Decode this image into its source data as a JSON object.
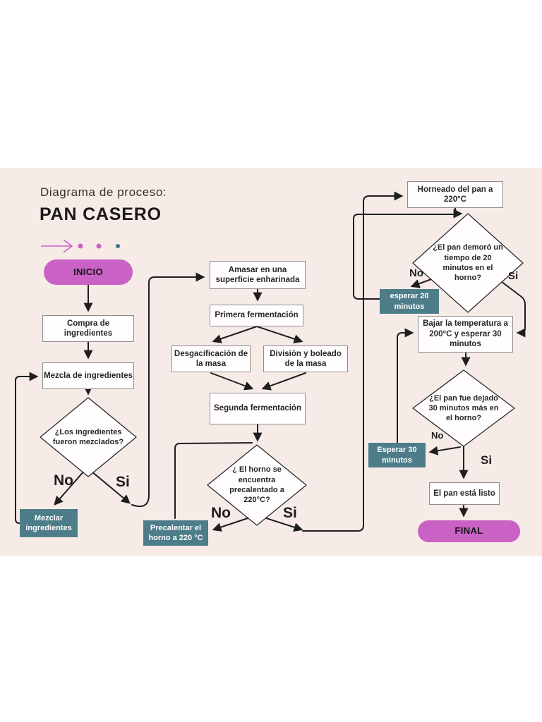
{
  "header": {
    "subtitle": "Diagrama de proceso:",
    "title": "PAN CASERO"
  },
  "colors": {
    "page_background": "#ffffff",
    "band_background": "#f6ebe7",
    "accent_pink": "#c962c4",
    "accent_teal": "#4e7d8a",
    "line": "#1e1e1e"
  },
  "decoration": {
    "arrow_icon": "right-arrow",
    "dot_colors": [
      "#c962c4",
      "#c962c4",
      "#42718a"
    ]
  },
  "flowchart": {
    "start": "INICIO",
    "end": "FINAL",
    "steps": {
      "compra": "Compra de ingredientes",
      "mezcla": "Mezcla de ingredientes",
      "mezclar": "Mezclar ingredientes",
      "amasar": "Amasar en una superficie enharinada",
      "primera": "Primera fermentación",
      "desgacificacion": "Desgacificación de la masa",
      "division": "División y boleado de la masa",
      "segunda": "Segunda fermentación",
      "precalentar": "Precalentar el horno a 220 °C",
      "horneado": "Horneado del pan a 220°C",
      "esperar20": "esperar 20 minutos",
      "bajar": "Bajar la temperatura a 200°C  y esperar 30 minutos",
      "esperar30": "Esperar 30 minutos",
      "listo": "El pan está listo"
    },
    "decisions": {
      "mezclados": {
        "label": "¿Los ingredientes fueron mezclados?",
        "no": "No",
        "si": "Si"
      },
      "horno_precalentado": {
        "label": "¿ El horno se encuentra precalentado a 220°C?",
        "no": "No",
        "si": "Si"
      },
      "demoro": {
        "label": "¿El pan demoró un tiempo de 20 minutos en el horno?",
        "no": "No",
        "si": "Si"
      },
      "dejado": {
        "label": "¿El pan fue dejado 30 minutos más en el horno?",
        "no": "No",
        "si": "Si"
      }
    }
  }
}
